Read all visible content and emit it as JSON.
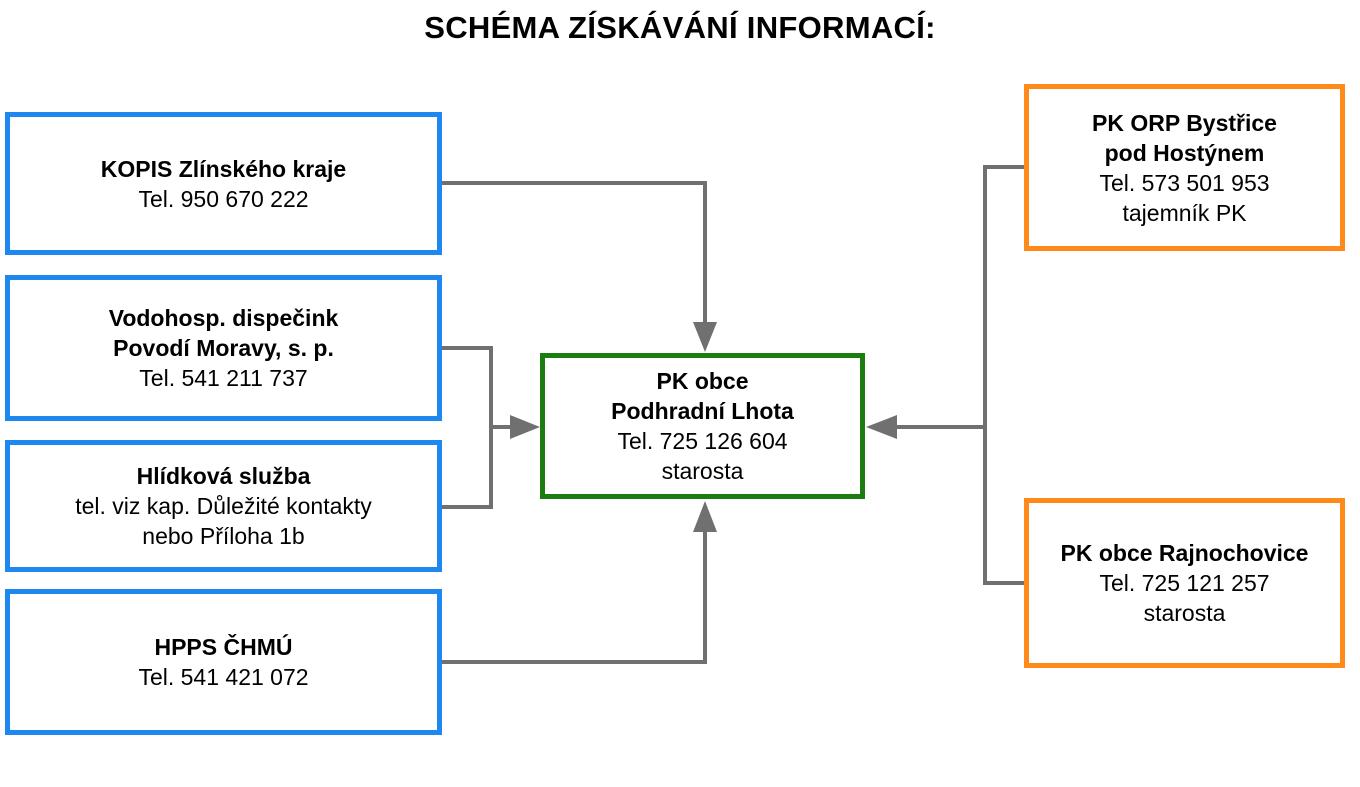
{
  "title": "SCHÉMA ZÍSKÁVÁNÍ INFORMACÍ:",
  "colors": {
    "source_border": "#1e88f0",
    "center_border": "#1b7d10",
    "neighbor_border": "#ff8a1a",
    "connector": "#707070"
  },
  "sources": {
    "kopis": {
      "name": "KOPIS Zlínského kraje",
      "phone": "Tel. 950 670 222"
    },
    "vodohosp": {
      "name_line1": "Vodohosp. dispečink",
      "name_line2": "Povodí Moravy, s.  p.",
      "phone": "Tel. 541 211 737"
    },
    "hlidkova": {
      "name": "Hlídková služba",
      "detail_line1": "tel. viz kap. Důležité kontakty",
      "detail_line2": "nebo Příloha 1b"
    },
    "hpps": {
      "name": "HPPS ČHMÚ",
      "phone": "Tel. 541 421 072"
    }
  },
  "center": {
    "name_line1": "PK obce",
    "name_line2": "Podhradní Lhota",
    "phone": "Tel. 725 126 604",
    "role": "starosta"
  },
  "neighbors": {
    "orp": {
      "name_line1": "PK ORP Bystřice",
      "name_line2": "pod Hostýnem",
      "phone": "Tel.  573 501 953",
      "role": "tajemník PK"
    },
    "rajnochovice": {
      "name": "PK obce Rajnochovice",
      "phone": "Tel.  725 121 257",
      "role": "starosta"
    }
  }
}
